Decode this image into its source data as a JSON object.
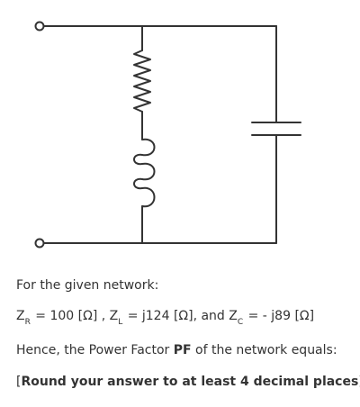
{
  "circuit": {
    "components": [
      "resistor",
      "inductor",
      "capacitor"
    ],
    "terminals": 2
  },
  "text": {
    "intro": "For the given network:",
    "z_r_symbol": "Z",
    "z_r_sub": "R",
    "z_r_value": " = 100 [Ω] ,  ",
    "z_l_symbol": "Z",
    "z_l_sub": "L",
    "z_l_value": " = j124 [Ω], and  ",
    "z_c_symbol": "Z",
    "z_c_sub": "C",
    "z_c_value": " = - j89 [Ω]",
    "question_pre": "Hence, the Power Factor ",
    "question_bold": "PF",
    "question_post": " of the network equals:",
    "instruction_open": "[",
    "instruction_bold": "Round your answer to at least 4 decimal places",
    "instruction_close": "]"
  }
}
